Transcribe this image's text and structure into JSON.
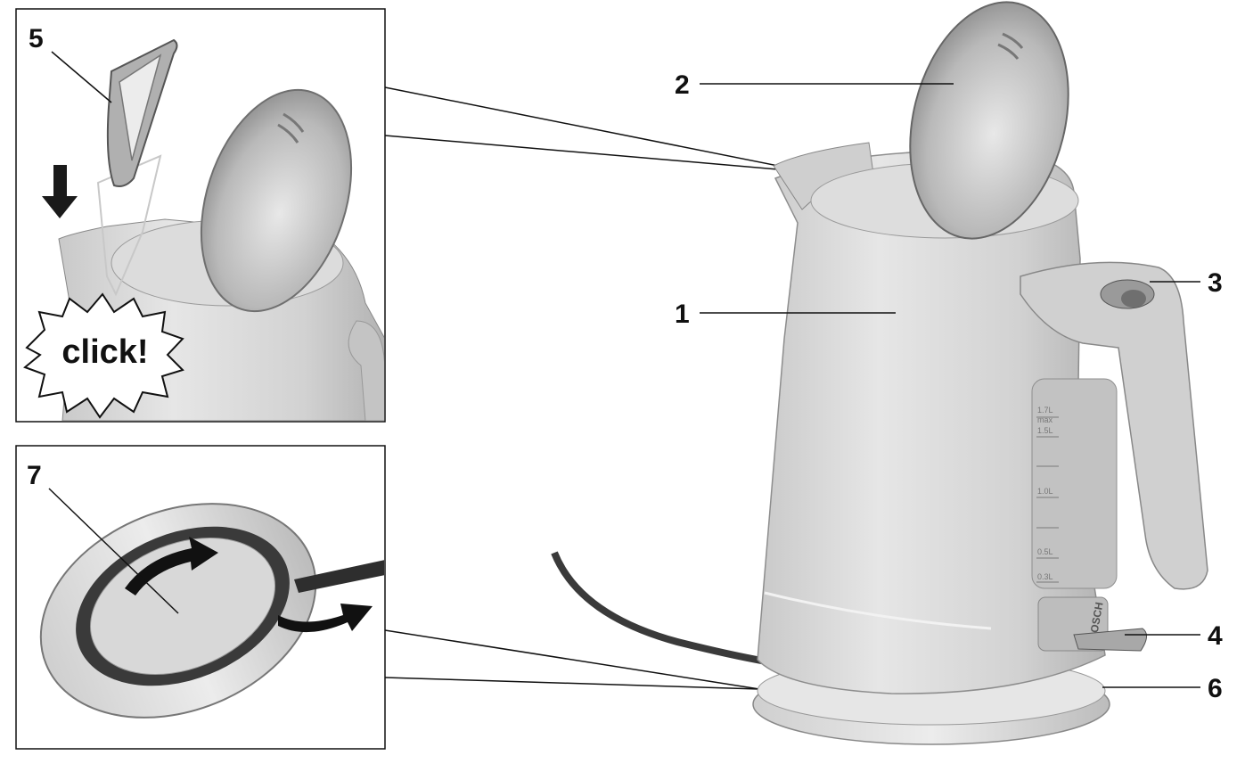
{
  "callouts": [
    {
      "id": "body",
      "label": "1"
    },
    {
      "id": "lid",
      "label": "2"
    },
    {
      "id": "lid_release",
      "label": "3"
    },
    {
      "id": "on_off_switch",
      "label": "4"
    },
    {
      "id": "filter",
      "label": "5"
    },
    {
      "id": "base",
      "label": "6"
    },
    {
      "id": "cord_storage",
      "label": "7"
    }
  ],
  "inset_top": {
    "sound_effect": "click!"
  },
  "water_scale": [
    "1.7L",
    "max",
    "1.5L",
    "1.0L",
    "0.5L",
    "0.3L"
  ],
  "brand": "BOSCH",
  "colors": {
    "line": "#111111",
    "body": "#d4d4d4",
    "shadow": "#a9a9a9",
    "dark": "#444444"
  }
}
